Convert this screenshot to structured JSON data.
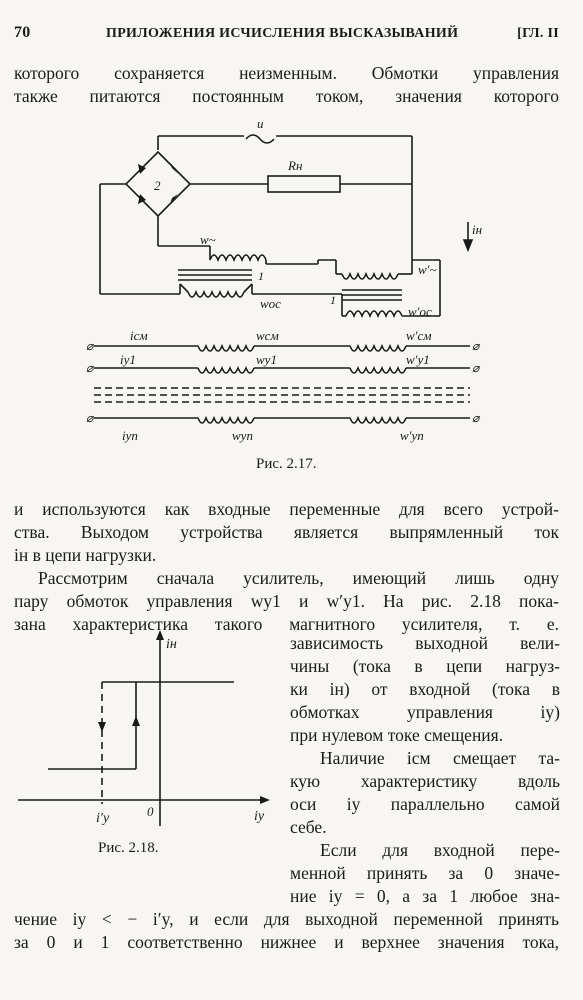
{
  "header": {
    "page_number": "70",
    "title": "ПРИЛОЖЕНИЯ ИСЧИСЛЕНИЯ ВЫСКАЗЫВАНИЙ",
    "chapter": "[ГЛ. II"
  },
  "text": {
    "top_lines": [
      "которого сохраняется неизменным. Обмотки управления",
      "также питаются постоянным током, значения которого"
    ],
    "after_fig1": [
      "и используются как входные переменные для всего устрой-",
      "ства. Выходом устройства является выпрямленный ток",
      "iн в цепи нагрузки."
    ],
    "para2_full": [
      "Рассмотрим сначала усилитель, имеющий лишь одну",
      "пару обмоток управления wy1 и w′y1. На рис. 2.18 пока-",
      "зана характеристика такого магнитного усилителя, т. е."
    ],
    "right_column": [
      "зависимость выходной вели-",
      "чины (тока в цепи нагруз-",
      "ки iн) от входной (тока в",
      "обмотках управления iy)",
      "при нулевом токе смещения.",
      "Наличие iсм смещает та-",
      "кую характеристику вдоль",
      "оси iy параллельно самой",
      "себе.",
      "Если для входной пере-",
      "менной принять за 0 значе-",
      "ние iy = 0, а за 1 любое зна-"
    ],
    "bottom_lines": [
      "чение iy < − i′y, и если для выходной переменной принять",
      "за 0 и 1 соответственно нижнее и верхнее значения тока,"
    ]
  },
  "figure1": {
    "caption": "Рис. 2.17.",
    "labels": {
      "source": "u",
      "tilde": "~",
      "bridge": "2",
      "load": "Rн",
      "current": "iн",
      "w_ac": "w~",
      "w_ac2": "w′~",
      "core": "1",
      "core2": "1",
      "w_oc": "wос",
      "w_oc2": "w′ос",
      "i_cm": "iсм",
      "w_cm": "wсм",
      "w_cm2": "w′см",
      "i_y1": "iу1",
      "w_y1": "wу1",
      "w_y12": "w′у1",
      "i_yn": "iуn",
      "w_yn": "wуn",
      "w_yn2": "w′уn"
    }
  },
  "figure2": {
    "caption": "Рис. 2.18.",
    "labels": {
      "y_axis": "iн",
      "x_axis": "iу",
      "threshold": "i′у",
      "origin": "0"
    }
  }
}
